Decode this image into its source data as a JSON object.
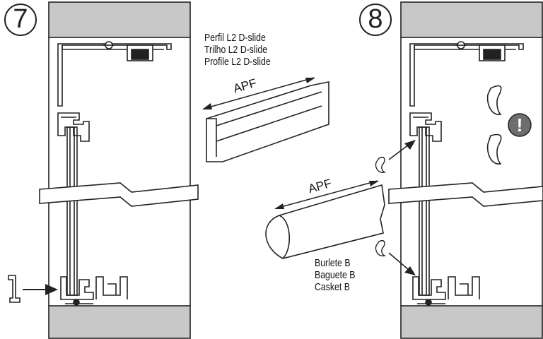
{
  "steps": {
    "step_a": "7",
    "step_b": "8"
  },
  "profile": {
    "lines": [
      "Perfil L2 D-slide",
      "Trilho L2 D-slide",
      "Profile L2 D-slide"
    ],
    "dimension": "APF"
  },
  "gasket": {
    "lines": [
      "Burlete B",
      "Baguete B",
      "Casket B"
    ],
    "dimension": "APF"
  },
  "warning": {
    "symbol": "!"
  },
  "colors": {
    "concrete": "#c8c8c8",
    "line": "#222222",
    "warning_bg": "#6e6e6e"
  }
}
